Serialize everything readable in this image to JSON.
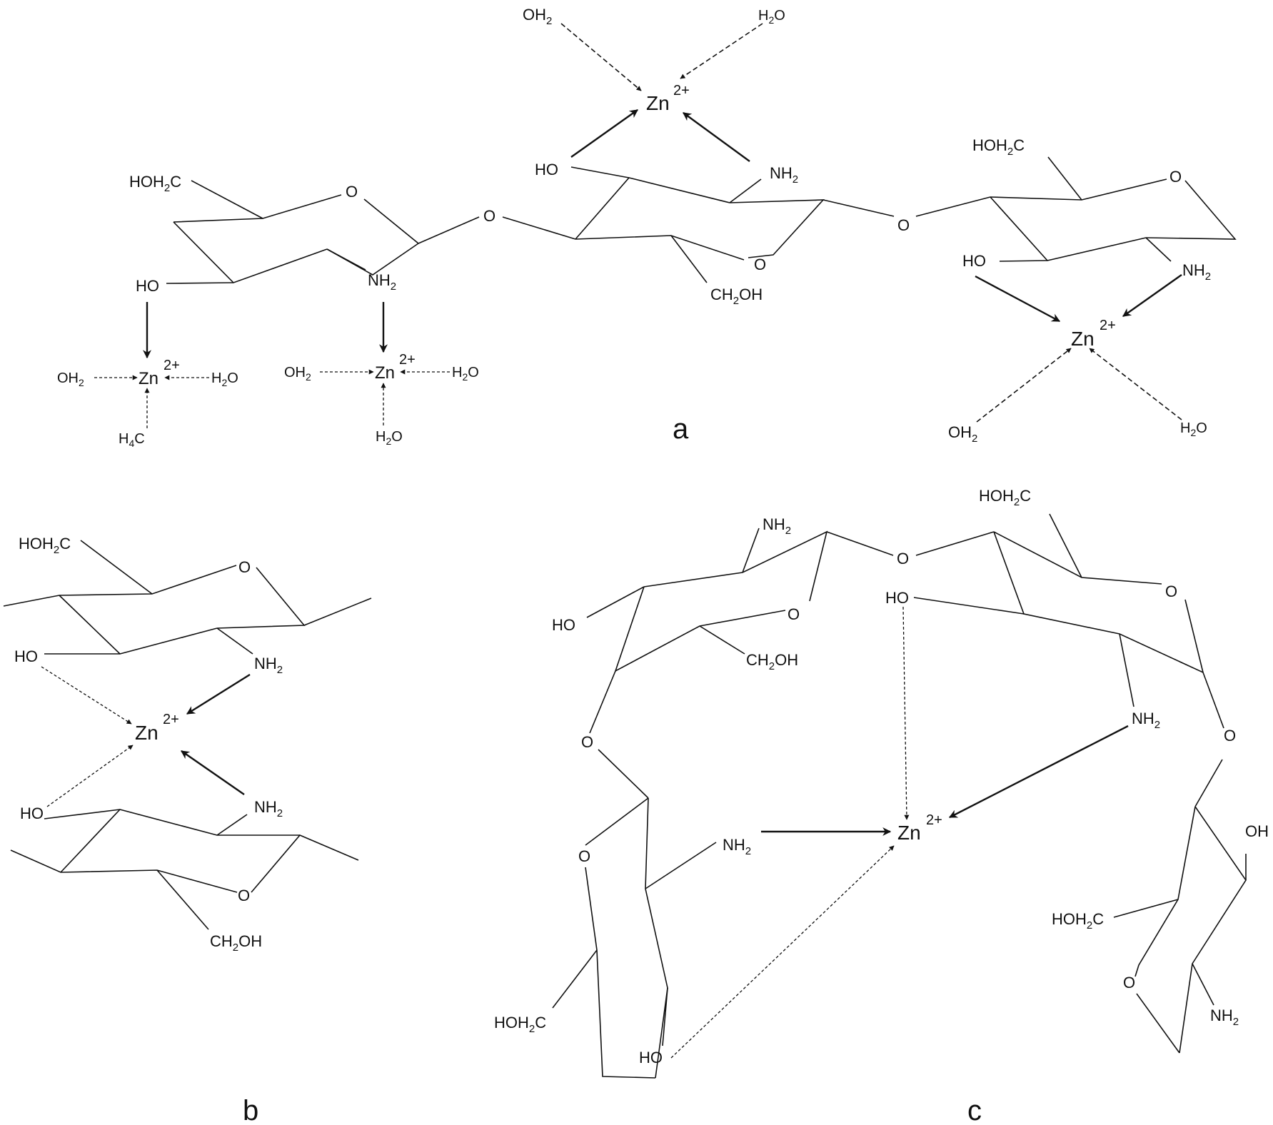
{
  "panels": {
    "a": "a",
    "b": "b",
    "c": "c"
  },
  "groups": {
    "HOH2C": [
      "HOH",
      "2",
      "C"
    ],
    "CH2OH": [
      "CH",
      "2",
      "OH"
    ],
    "NH2": [
      "NH",
      "2"
    ],
    "OH2": [
      "OH",
      "2"
    ],
    "H2O": [
      "H",
      "2",
      "O"
    ],
    "H4C": [
      "H",
      "4",
      "C"
    ],
    "HO": "HO",
    "OH": "OH",
    "O": "O",
    "Zn": "Zn",
    "charge": "2+"
  }
}
